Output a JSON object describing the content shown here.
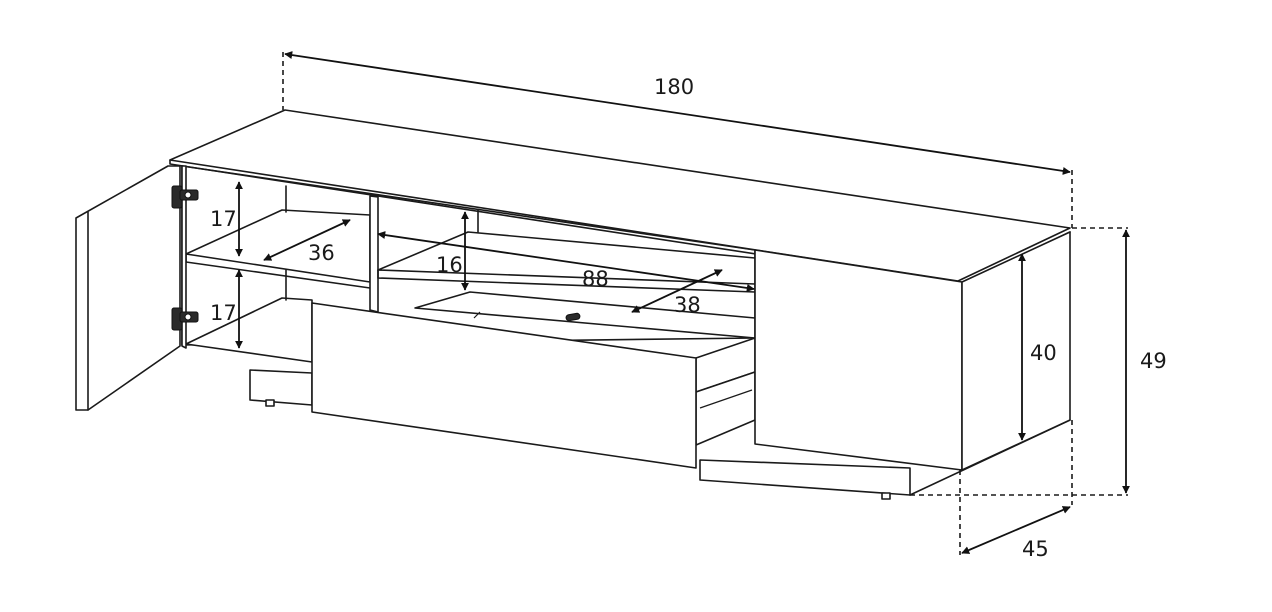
{
  "dimensions": {
    "width_total": "180",
    "height_total": "49",
    "depth_total": "45",
    "shelf_upper_height": "17",
    "shelf_lower_height": "17",
    "left_shelf_depth": "36",
    "middle_upper_height": "16",
    "middle_width": "88",
    "middle_depth": "38",
    "right_inner_height": "40"
  }
}
